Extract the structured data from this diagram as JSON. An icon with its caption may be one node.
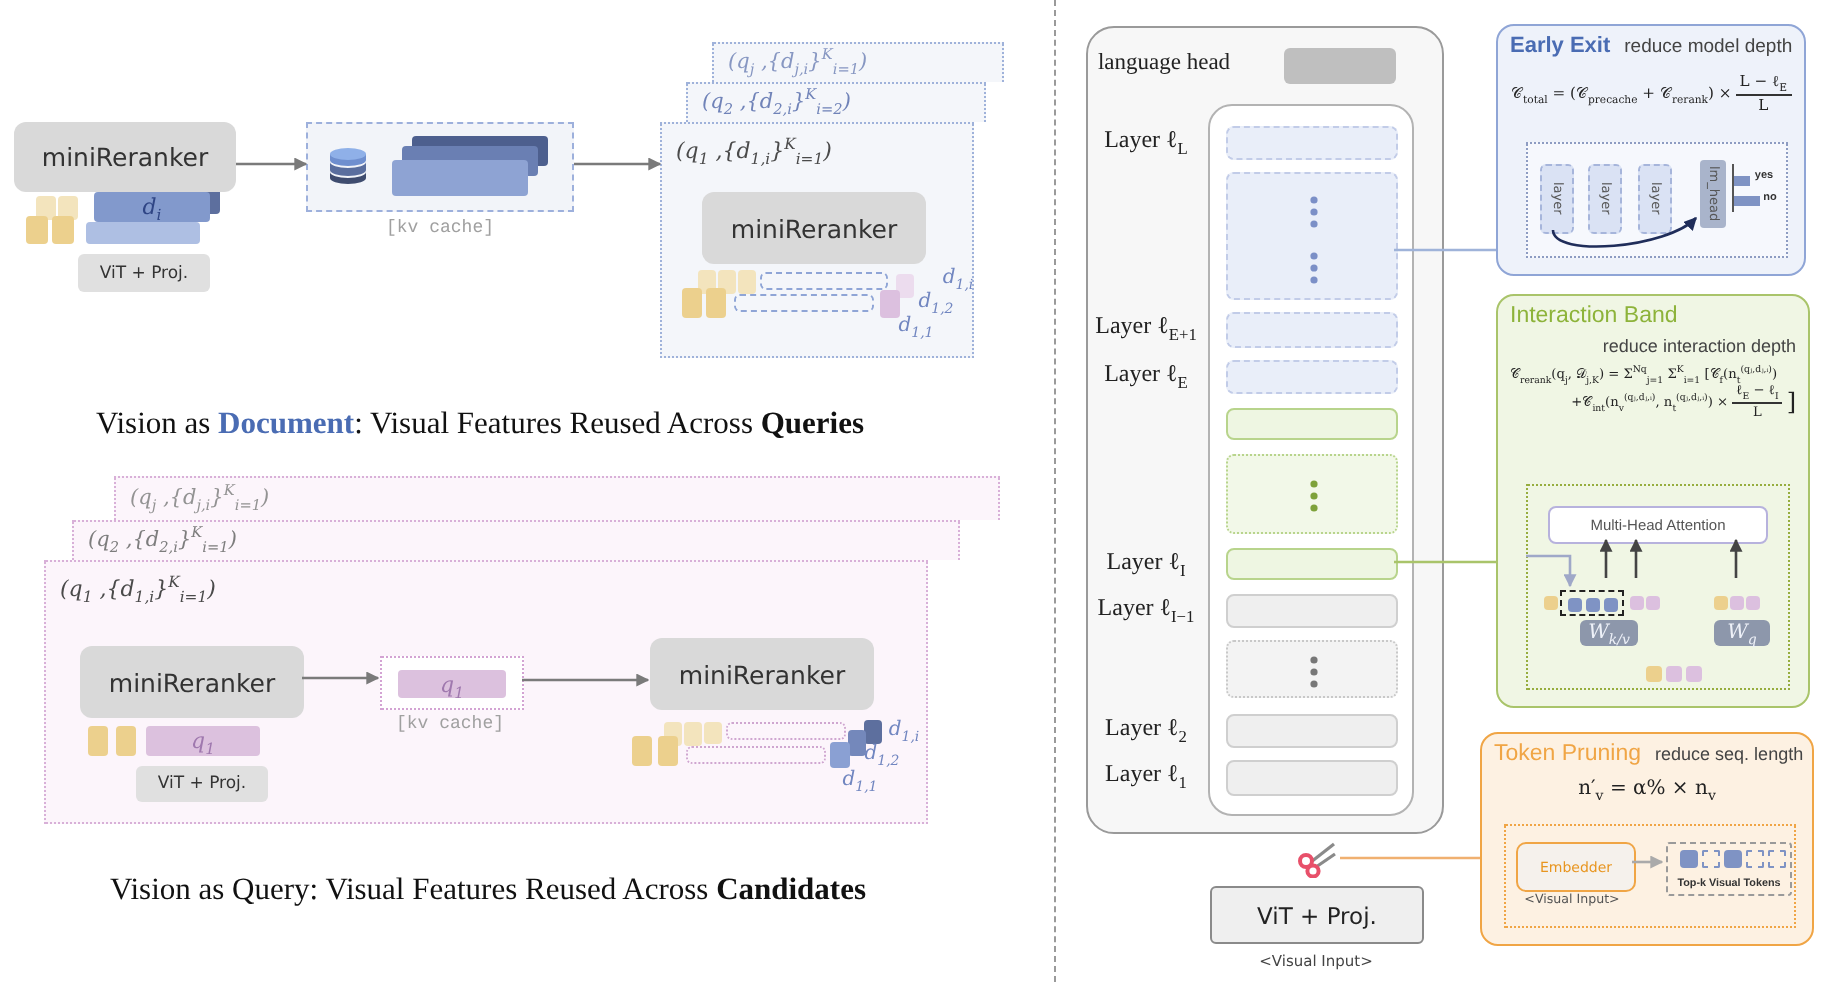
{
  "diagram": {
    "nodes": [
      {
        "text": [
          "miniReranker"
        ]
      },
      {
        "text": [
          "d$_{i}$"
        ]
      },
      {
        "text": [
          "ViT + Proj."
        ]
      },
      {
        "text": [],
        "shape": "box",
        "beside": [
          "[kv cache]"
        ]
      },
      {
        "text": [
          "(q$_{j}$ ,{d$_{j,i}$}$^{K}$$_{i=1}$)"
        ]
      },
      {
        "text": [
          "(q$_{2}$ ,{d$_{2,i}$}$^{K}$$_{i=2}$)"
        ]
      },
      {
        "text": [
          "(q$_{1}$ ,{d$_{1,i}$}$^{K}$$_{i=1}$)"
        ]
      },
      {
        "text": [
          "miniReranker"
        ],
        "in": 6
      },
      {
        "text": [
          "(q$_{j}$ ,{d$_{j,i}$}$^{K}$$_{i=1}$)"
        ]
      },
      {
        "text": [
          "(q$_{2}$ ,{d$_{2,i}$}$^{K}$$_{i=1}$)"
        ]
      },
      {
        "text": [
          "(q$_{1}$ ,{d$_{1,i}$}$^{K}$$_{i=1}$)"
        ]
      },
      {
        "text": [
          "miniReranker"
        ],
        "in": 10
      },
      {
        "text": [
          "q$_{1}$"
        ],
        "in": 10
      },
      {
        "text": [
          "ViT + Proj."
        ],
        "in": 10
      },
      {
        "text": [],
        "shape": "box",
        "in": 10,
        "beside": [
          "[kv cache]"
        ]
      },
      {
        "text": [
          "q$_{1}$"
        ],
        "in": 14
      },
      {
        "text": [
          "miniReranker"
        ],
        "in": 10
      },
      {
        "text": [],
        "shape": "box"
      },
      {
        "text": [],
        "shape": "bar",
        "in": 17,
        "beside": [
          "language head"
        ]
      },
      {
        "text": [],
        "shape": "box",
        "in": 17
      },
      {
        "text": [],
        "shape": "bar",
        "in": 19,
        "beside": [
          "Layer ℓ$_{L}$"
        ]
      },
      {
        "text": [],
        "shape": "box",
        "in": 19
      },
      {
        "text": [],
        "shape": "bar",
        "in": 19,
        "beside": [
          "Layer ℓ$_{E+1}$"
        ]
      },
      {
        "text": [],
        "shape": "bar",
        "in": 19,
        "beside": [
          "Layer ℓ$_{E}$"
        ]
      },
      {
        "text": [],
        "shape": "bar",
        "in": 19
      },
      {
        "text": [],
        "shape": "box",
        "in": 19
      },
      {
        "text": [],
        "shape": "bar",
        "in": 19,
        "beside": [
          "Layer ℓ$_{I}$"
        ]
      },
      {
        "text": [],
        "shape": "bar",
        "in": 19,
        "beside": [
          "Layer ℓ$_{I−1}$"
        ]
      },
      {
        "text": [],
        "shape": "box",
        "in": 19
      },
      {
        "text": [],
        "shape": "bar",
        "in": 19,
        "beside": [
          "Layer ℓ$_{2}$"
        ]
      },
      {
        "text": [],
        "shape": "bar",
        "in": 19,
        "beside": [
          "Layer ℓ$_{1}$"
        ]
      },
      {
        "text": [],
        "shape": "picture"
      },
      {
        "text": [
          "ViT + Proj."
        ],
        "beside": [
          "<Visual Input>"
        ]
      },
      {
        "text": [
          "Early Exit",
          "reduce model depth",
          "𝒞$_{total}$ = (𝒞$_{precache}$ + 𝒞$_{rerank}$) ×",
          "L − ℓ$_{E}$",
          "L"
        ]
      },
      {
        "text": [],
        "shape": "box",
        "in": 33
      },
      {
        "text": [
          "layer"
        ],
        "in": 34
      },
      {
        "text": [
          "layer"
        ],
        "in": 34
      },
      {
        "text": [
          "layer"
        ],
        "in": 34
      },
      {
        "text": [
          "lm_head"
        ],
        "in": 34
      },
      {
        "text": [
          "Interaction Band",
          "reduce interaction depth",
          "𝒞$_{rerank}$(q$_{j}$, 𝒟$_{j,K}$) = Σ$^{Nq}$$_{j=1}$ Σ$^{K}$$_{i=1}$ [𝒞$_{f}$(n$_{t}$$^{(qⱼ,dⱼ,ᵢ)}$)",
          "+𝒞$_{int}$(n$_{v}$$^{(qⱼ,dⱼ,ᵢ)}$, n$_{t}$$^{(qⱼ,dⱼ,ᵢ)}$) ×",
          "ℓ$_{E}$ − ℓ$_{I}$",
          "L",
          "]"
        ]
      },
      {
        "text": [],
        "shape": "box",
        "in": 39
      },
      {
        "text": [
          "Multi-Head Attention"
        ],
        "in": 40
      },
      {
        "text": [],
        "shape": "box",
        "in": 40
      },
      {
        "text": [],
        "shape": "box",
        "in": 42
      },
      {
        "text": [
          "W$_{k/v}$"
        ],
        "in": 40
      },
      {
        "text": [],
        "shape": "box",
        "in": 40
      },
      {
        "text": [
          "W$_{q}$"
        ],
        "in": 40
      },
      {
        "text": [
          "Token Pruning",
          "reduce seq. length",
          "n′$_{v}$ = α% × n$_{v}$"
        ]
      },
      {
        "text": [],
        "shape": "box",
        "in": 47
      },
      {
        "text": [
          "Embedder"
        ],
        "in": 48,
        "beside": [
          "<Visual Input>"
        ]
      },
      {
        "text": [
          "Top-k Visual Tokens"
        ],
        "in": 48
      }
    ],
    "edges": [
      {
        "from": 0,
        "to": 3,
        "arrow": "to"
      },
      {
        "from": 3,
        "to": 6,
        "arrow": "to"
      },
      {
        "from": 11,
        "to": 14,
        "arrow": "to"
      },
      {
        "from": 14,
        "to": 16,
        "arrow": "to"
      },
      {
        "from": 21,
        "to": 33,
        "arrow": "none",
        "color": "#9fb3d9"
      },
      {
        "from": 26,
        "to": 39,
        "arrow": "none",
        "color": "#a9c46a"
      },
      {
        "from": 31,
        "to": 47,
        "arrow": "none",
        "color": "#f0b070"
      },
      {
        "from": 35,
        "to": 38,
        "arrow": "to",
        "color": "#1f2d5a"
      },
      {
        "from": null,
        "to": 43,
        "arrow": "to",
        "color": "#9fa8c8"
      },
      {
        "from": 42,
        "to": 41,
        "arrow": "to",
        "color": "#444444"
      },
      {
        "from": 42,
        "to": 41,
        "arrow": "to",
        "color": "#444444"
      },
      {
        "from": 45,
        "to": 41,
        "arrow": "to",
        "color": "#444444"
      },
      {
        "from": 49,
        "to": 50,
        "arrow": "to",
        "color": "#aaaaaa"
      }
    ],
    "labels": [
      "d$_{1,i}$",
      "d$_{1,2}$",
      "d$_{1,1}$",
      "Vision as **Document**: Visual Features Reused Across **Queries**",
      "d$_{1,i}$",
      "d$_{1,2}$",
      "d$_{1,1}$",
      "Vision as Query: Visual Features Reused Across **Candidates**",
      "yes",
      "no"
    ]
  }
}
